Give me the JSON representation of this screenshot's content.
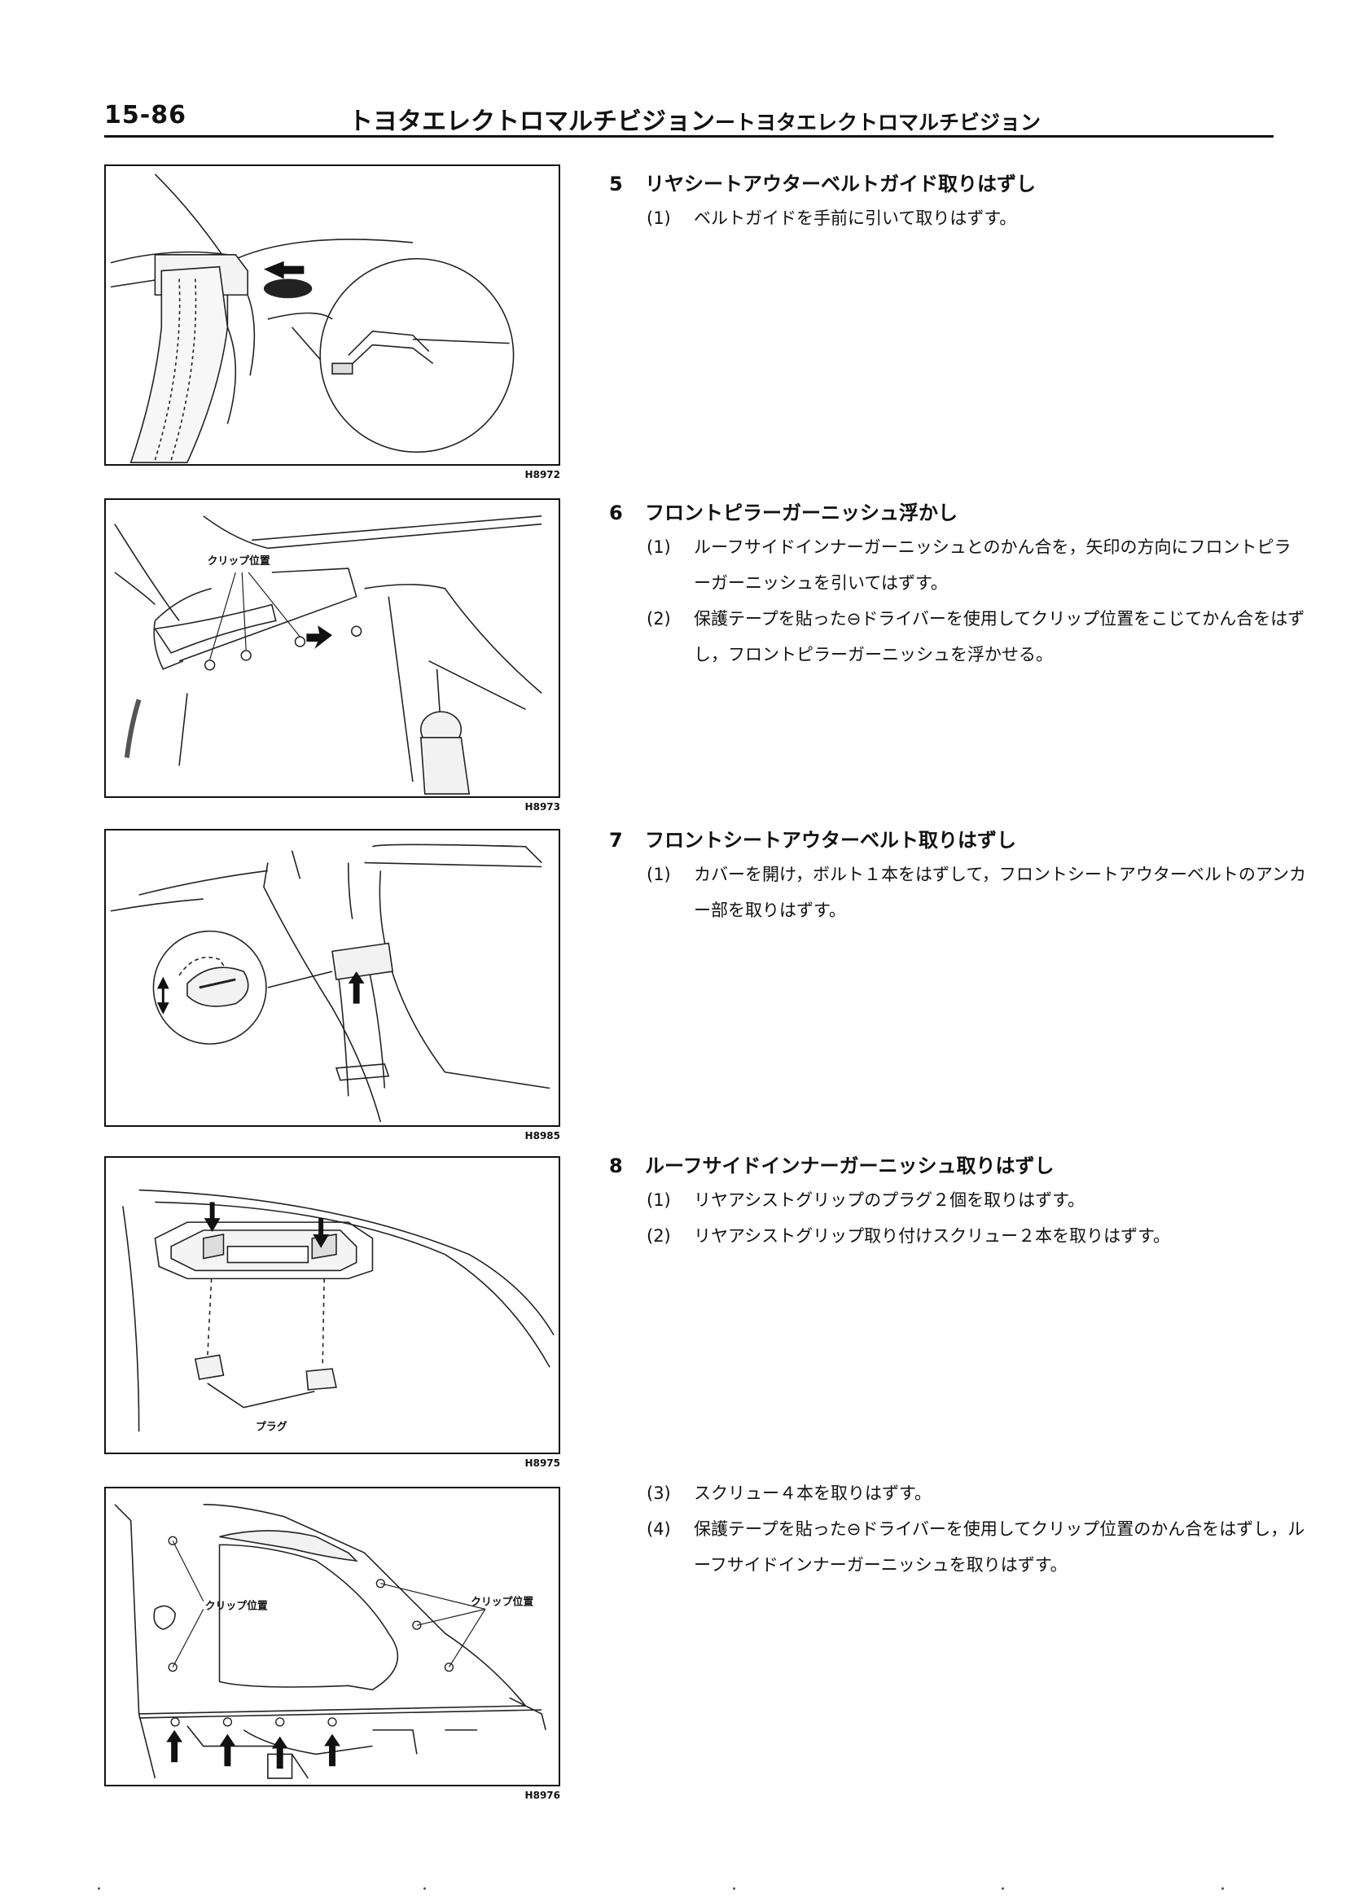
{
  "header": {
    "page_number": "15-86",
    "title_main": "トヨタエレクトロマルチビジョン",
    "title_sub": "ートヨタエレクトロマルチビジョン"
  },
  "figures": [
    {
      "code": "H8972",
      "labels": []
    },
    {
      "code": "H8973",
      "labels": [
        "クリップ位置"
      ]
    },
    {
      "code": "H8985",
      "labels": []
    },
    {
      "code": "H8975",
      "labels": [
        "プラグ"
      ]
    },
    {
      "code": "H8976",
      "labels": [
        "クリップ位置",
        "クリップ位置"
      ]
    }
  ],
  "steps": [
    {
      "number": "5",
      "title": "リヤシートアウターベルトガイド取りはずし",
      "items": [
        {
          "index": "(1)",
          "text": "ベルトガイドを手前に引いて取りはずす。"
        }
      ]
    },
    {
      "number": "6",
      "title": "フロントピラーガーニッシュ浮かし",
      "items": [
        {
          "index": "(1)",
          "text": "ルーフサイドインナーガーニッシュとのかん合を，矢印の方向にフロントピラーガーニッシュを引いてはずす。"
        },
        {
          "index": "(2)",
          "text": "保護テープを貼った⊖ドライバーを使用してクリップ位置をこじてかん合をはずし，フロントピラーガーニッシュを浮かせる。"
        }
      ]
    },
    {
      "number": "7",
      "title": "フロントシートアウターベルト取りはずし",
      "items": [
        {
          "index": "(1)",
          "text": "カバーを開け，ボルト１本をはずして，フロントシートアウターベルトのアンカー部を取りはずす。"
        }
      ]
    },
    {
      "number": "8",
      "title": "ルーフサイドインナーガーニッシュ取りはずし",
      "items": [
        {
          "index": "(1)",
          "text": "リヤアシストグリップのプラグ２個を取りはずす。"
        },
        {
          "index": "(2)",
          "text": "リヤアシストグリップ取り付けスクリュー２本を取りはずす。"
        },
        {
          "index": "(3)",
          "text": "スクリュー４本を取りはずす。"
        },
        {
          "index": "(4)",
          "text": "保護テープを貼った⊖ドライバーを使用してクリップ位置のかん合をはずし，ルーフサイドインナーガーニッシュを取りはずす。"
        }
      ]
    }
  ]
}
